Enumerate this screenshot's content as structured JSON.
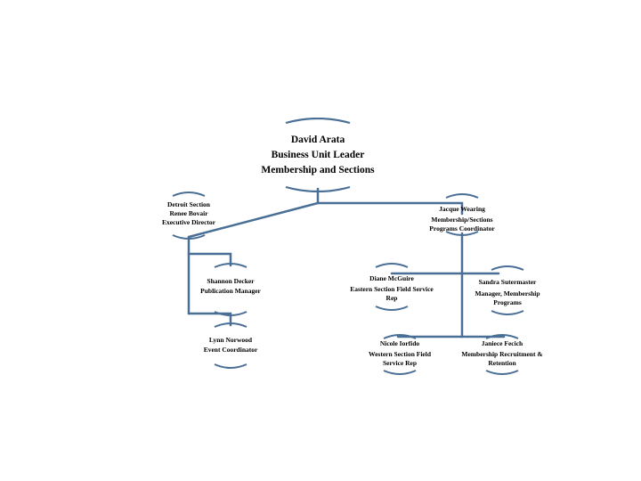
{
  "accent_color": "#4a6f96",
  "nodes": {
    "david_arata": {
      "line1": "David Arata",
      "line2": "Business Unit Leader",
      "line3": "Membership and Sections"
    },
    "detroit": {
      "line1": "Detroit Section",
      "line2": "Renee Bovair",
      "line3": "Executive Director"
    },
    "jacque": {
      "line1": "Jacque Wearing",
      "line2": "Membership/Sections Programs Coordinator"
    },
    "shannon": {
      "line1": "Shannon Decker",
      "line2": "Publication Manager"
    },
    "lynn": {
      "line1": "Lynn Norwood",
      "line2": "Event Coordinator"
    },
    "diane": {
      "line1": "Diane McGuire",
      "line2": "Eastern Section Field Service Rep"
    },
    "sandra": {
      "line1": "Sandra Sutermaster",
      "line2": "Manager, Membership Programs"
    },
    "nicole": {
      "line1": "Nicole Iorfido",
      "line2": "Western Section Field Service Rep"
    },
    "janiece": {
      "line1": "Janiece Fecich",
      "line2": "Membership Recruitment & Retention"
    }
  }
}
